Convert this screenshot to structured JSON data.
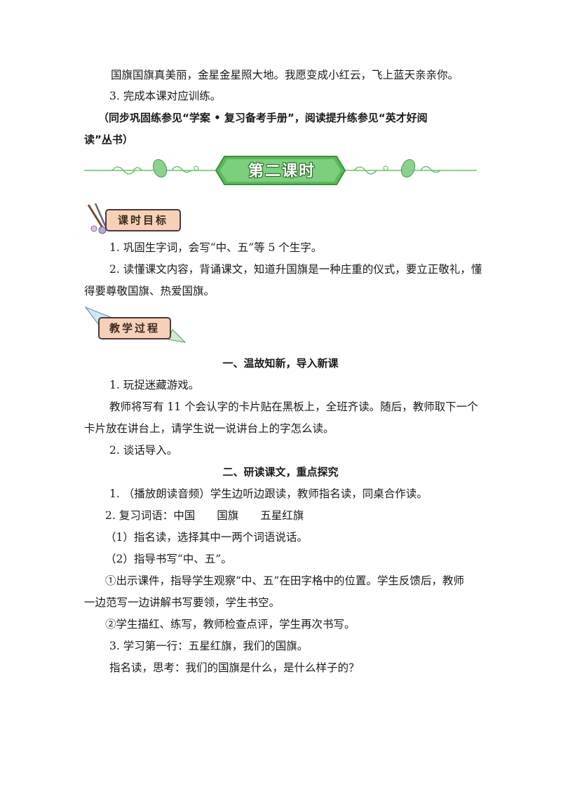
{
  "intro": {
    "poem_line": "国旗国旗真美丽，金星金星照大地。我愿变成小红云，飞上蓝天亲亲你。",
    "item3": "3. 完成本课对应训练。",
    "note_line1": "（同步巩固练参见“学案 • 复习备考手册”，阅读提升练参见“英才好阅",
    "note_line2": "读”丛书）"
  },
  "banner": {
    "title": "第二课时"
  },
  "goals": {
    "label": "课时目标",
    "item1": "1. 巩固生字词，会写“中、五”等 5 个生字。",
    "item2_line1": "2. 读懂课文内容，背诵课文，知道升国旗是一种庄重的仪式，要立正敬礼，懂",
    "item2_line2": "得要尊敬国旗、热爱国旗。"
  },
  "process": {
    "label": "教学过程",
    "section1": {
      "heading": "一、温故知新，导入新课",
      "item1": "1. 玩捉迷藏游戏。",
      "para_line1": "教师将写有 11 个会认字的卡片贴在黑板上，全班齐读。随后，教师取下一个",
      "para_line2": "卡片放在讲台上，请学生说一说讲台上的字怎么读。",
      "item2": "2. 谈话导入。"
    },
    "section2": {
      "heading": "二、研读课文，重点探究",
      "item1": "1. （播放朗读音频）学生边听边跟读，教师指名读，同桌合作读。",
      "item2": "2. 复习词语：中国　　国旗　　五星红旗",
      "sub1": "（1）指名读，选择其中一两个词语说话。",
      "sub2": "（2）指导书写“中、五”。",
      "circ1_line1": "①出示课件，指导学生观察“中、五”在田字格中的位置。学生反馈后，教师",
      "circ1_line2": "一边范写一边讲解书写要领，学生书空。",
      "circ2": "②学生描红、练写，教师检查点评，学生再次书写。",
      "item3": "3. 学习第一行：五星红旗，我们的国旗。",
      "item3_para": "指名读，思考：我们的国旗是什么，是什么样子的？"
    }
  },
  "colors": {
    "banner_green": "#4caf50",
    "label_bg": "#f6d1b8",
    "vine": "#7cc67c"
  }
}
